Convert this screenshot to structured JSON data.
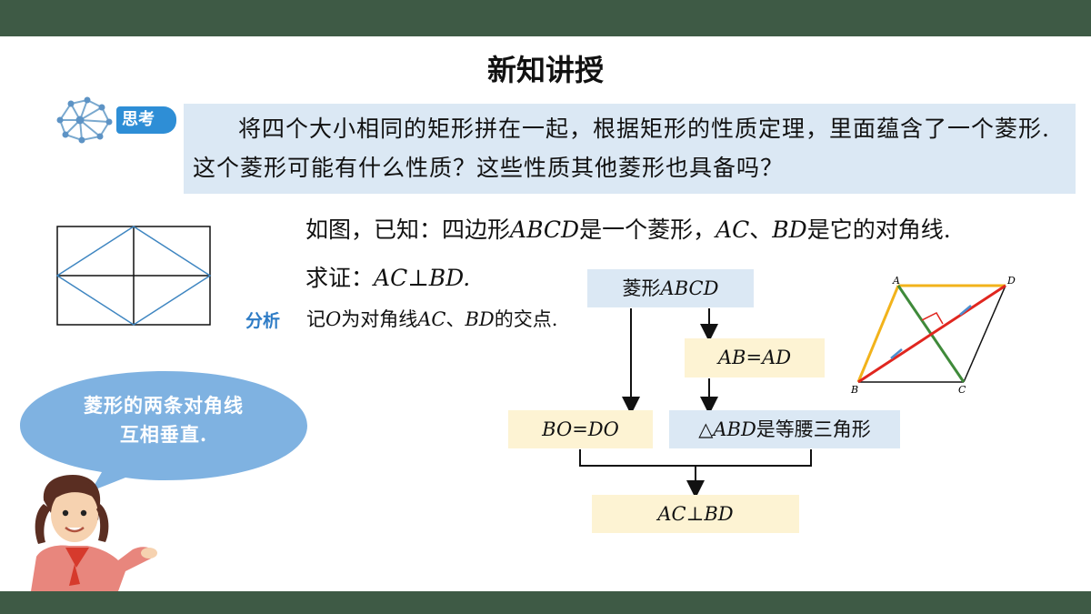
{
  "header": {
    "title": "新知讲授"
  },
  "think": {
    "tag_label": "思考",
    "text": "将四个大小相同的矩形拼在一起，根据矩形的性质定理，里面蕴含了一个菱形.这个菱形可能有什么性质？这些性质其他菱形也具备吗？"
  },
  "problem": {
    "given_prefix": "如图，已知：四边形",
    "given_abcd": "ABCD",
    "given_mid": "是一个菱形，",
    "given_ac": "AC",
    "given_sep": "、",
    "given_bd": "BD",
    "given_suffix": "是它的对角线.",
    "prove_prefix": "求证：",
    "prove_stmt": "AC⊥BD.",
    "analysis_label": "分析",
    "analysis_prefix": "记",
    "analysis_o": "O",
    "analysis_mid": "为对角线",
    "analysis_ac": "AC",
    "analysis_sep": "、",
    "analysis_bd": "BD",
    "analysis_suffix": "的交点."
  },
  "bubble": {
    "line1": "菱形的两条对角线",
    "line2": "互相垂直."
  },
  "flow": {
    "box1_cn": "菱形",
    "box1_math": "ABCD",
    "box2": "AB=AD",
    "box3": "BO=DO",
    "box4_math": "△ABD",
    "box4_cn": "是等腰三角形",
    "box5": "AC⊥BD"
  },
  "rhombus_labels": {
    "a": "A",
    "b": "B",
    "c": "C",
    "d": "D"
  },
  "colors": {
    "bar": "#3e5a45",
    "think_bg": "#dbe8f4",
    "tag": "#2e8ed6",
    "flow_yellow": "#fdf3d3",
    "bubble": "#7fb2e1"
  }
}
